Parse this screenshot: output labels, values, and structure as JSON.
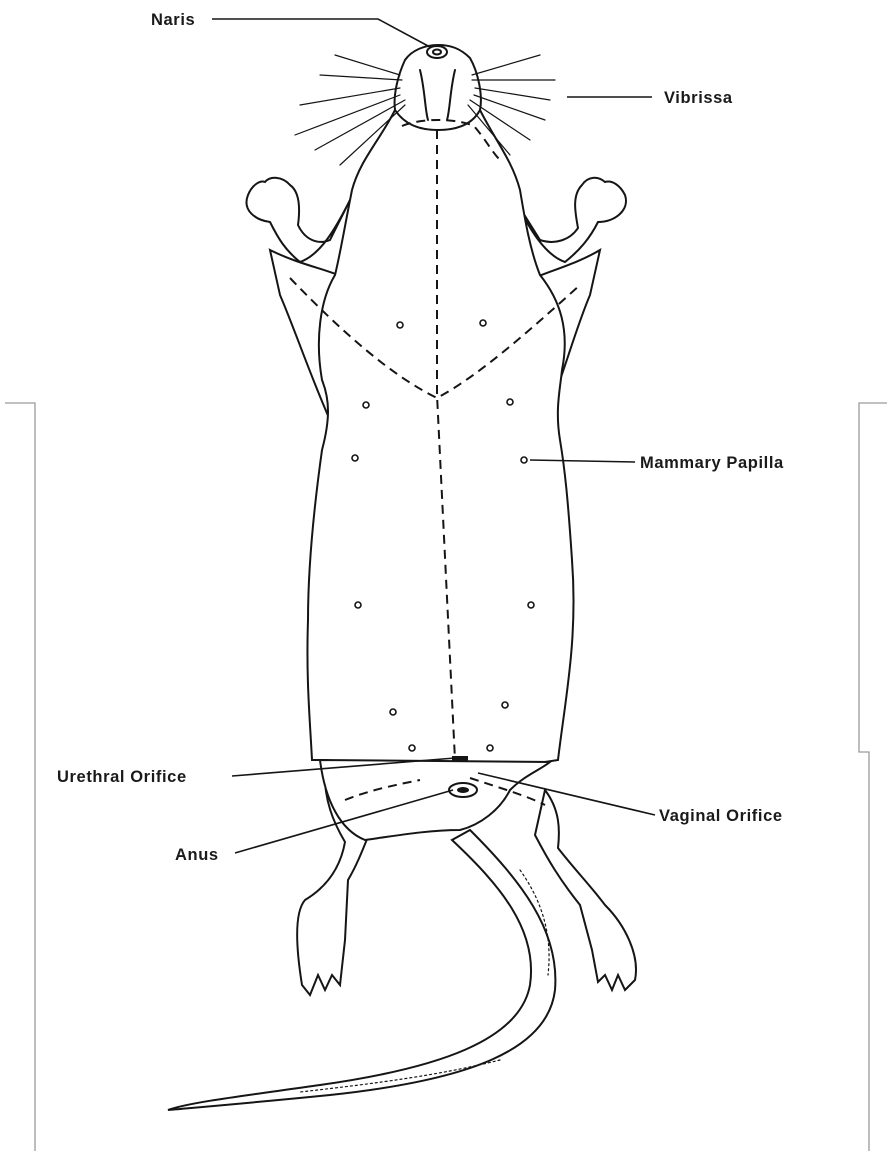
{
  "diagram": {
    "labels": {
      "naris": "Naris",
      "vibrissa": "Vibrissa",
      "mammary_papilla": "Mammary Papilla",
      "urethral_orifice": "Urethral Orifice",
      "vaginal_orifice": "Vaginal Orifice",
      "anus": "Anus"
    },
    "colors": {
      "ink": "#151515",
      "background": "#ffffff",
      "frame": "#9a9a9a"
    }
  }
}
